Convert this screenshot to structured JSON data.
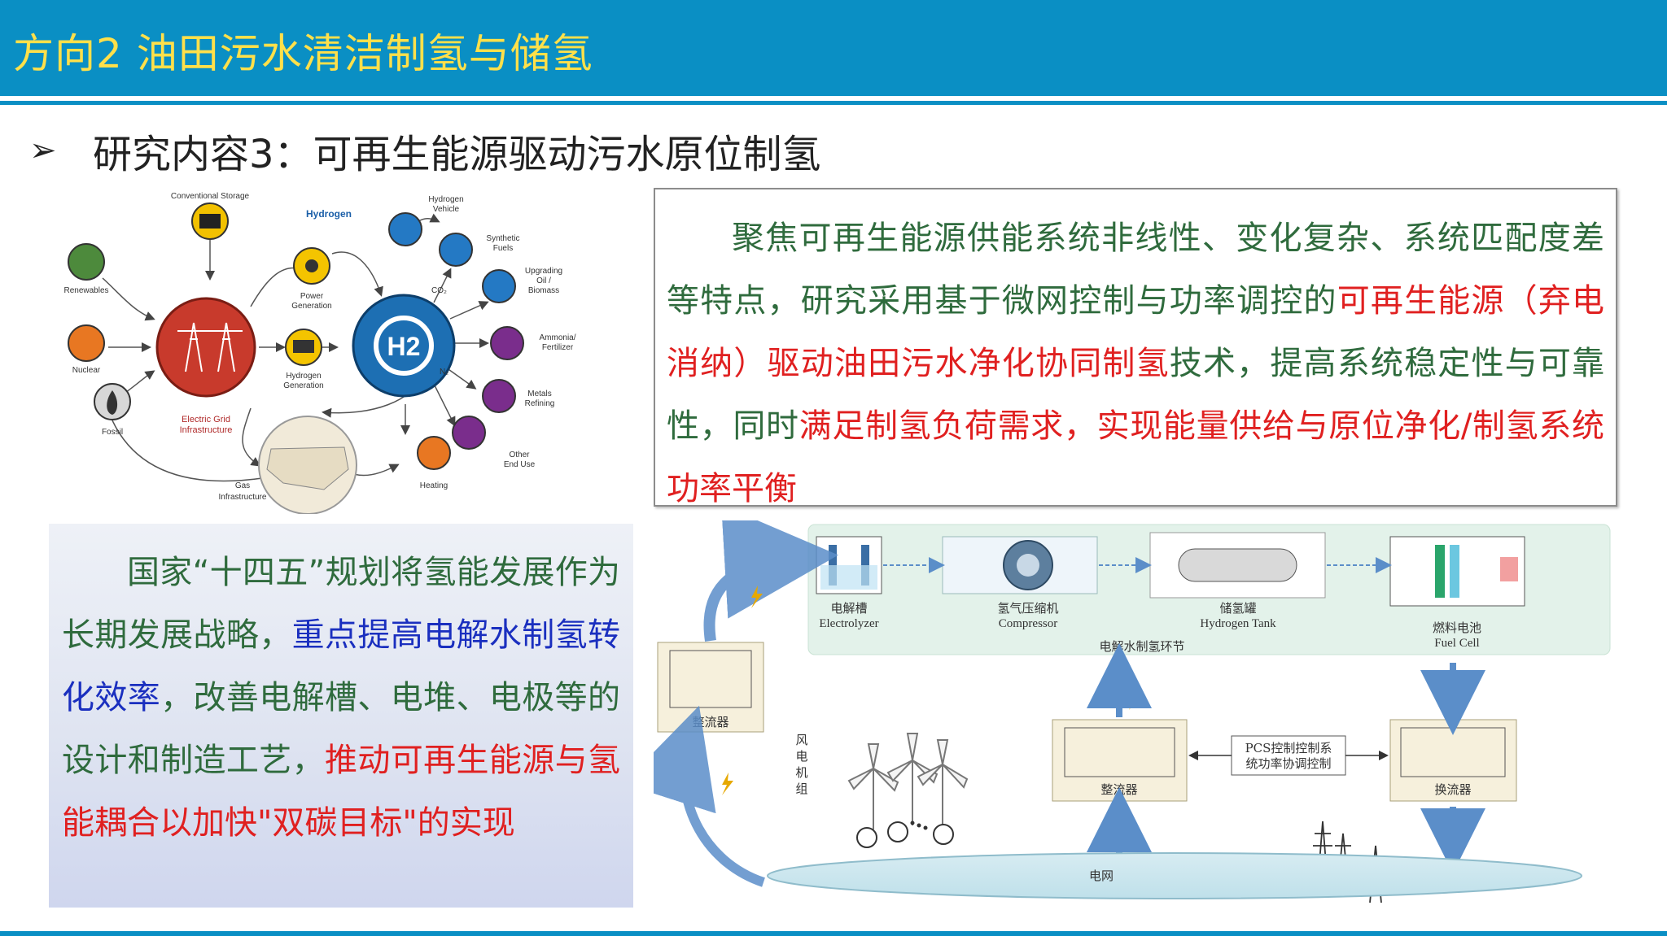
{
  "header": {
    "title": "方向2 油田污水清洁制氢与储氢",
    "colors": {
      "bar": "#0a8fc4",
      "title_text": "#ffe04a"
    }
  },
  "section": {
    "bullet_icon": "arrow-right-icon",
    "bullet_glyph": "➢",
    "heading": "研究内容3：可再生能源驱动污水原位制氢"
  },
  "hydrogen_diagram": {
    "labels": {
      "conventional_storage": "Conventional Storage",
      "renewables": "Renewables",
      "nuclear": "Nuclear",
      "fossil": "Fossil",
      "electric_grid_1": "Electric Grid",
      "electric_grid_2": "Infrastructure",
      "power_gen_1": "Power",
      "power_gen_2": "Generation",
      "hydrogen_gen_1": "Hydrogen",
      "hydrogen_gen_2": "Generation",
      "hydrogen": "Hydrogen",
      "h2": "H2",
      "co2": "CO₂",
      "n2": "N₂",
      "hydrogen_vehicle_1": "Hydrogen",
      "hydrogen_vehicle_2": "Vehicle",
      "synthetic_fuels_1": "Synthetic",
      "synthetic_fuels_2": "Fuels",
      "upgrading_1": "Upgrading",
      "upgrading_2": "Oil /",
      "upgrading_3": "Biomass",
      "ammonia_1": "Ammonia/",
      "ammonia_2": "Fertilizer",
      "metals_1": "Metals",
      "metals_2": "Refining",
      "other_1": "Other",
      "other_2": "End Use",
      "heating": "Heating",
      "gas_1": "Gas",
      "gas_2": "Infrastructure"
    }
  },
  "focus_box": {
    "seg1": "聚焦可再生能源供能系统非线性、变化复杂、系统匹配度差等特点，研究采用基于微网控制与功率调控的",
    "seg2": "可再生能源（弃电消纳）驱动油田污水净化协同制氢",
    "seg3": "技术，提高系统稳定性与可靠性，同时",
    "seg4": "满足制氢负荷需求，实现能量供给与原位净化/制氢系统功率平衡"
  },
  "policy_box": {
    "seg1": "国家“十四五”规划将氢能发展作为长期发展战略，",
    "seg2": "重点提高电解水制氢转化效率",
    "seg3": "，改善电解槽、电堆、电极等的设计和制造工艺，",
    "seg4": "推动可再生能源与氢能耦合以加快\"双碳目标\"的实现"
  },
  "system_diagram": {
    "electrolyzer_cn": "电解槽",
    "electrolyzer_en": "Electrolyzer",
    "compressor_cn": "氢气压缩机",
    "compressor_en": "Compressor",
    "tank_cn": "储氢罐",
    "tank_en": "Hydrogen Tank",
    "fuelcell_cn": "燃料电池",
    "fuelcell_en": "Fuel Cell",
    "stage_label": "电解水制氢环节",
    "rectifier_left": "整流器",
    "rectifier_mid": "整流器",
    "inverter": "换流器",
    "pcs_1": "PCS控制控制系",
    "pcs_2": "统功率协调控制",
    "wind_1": "风",
    "wind_2": "电",
    "wind_3": "机",
    "wind_4": "组",
    "grid": "电网"
  }
}
